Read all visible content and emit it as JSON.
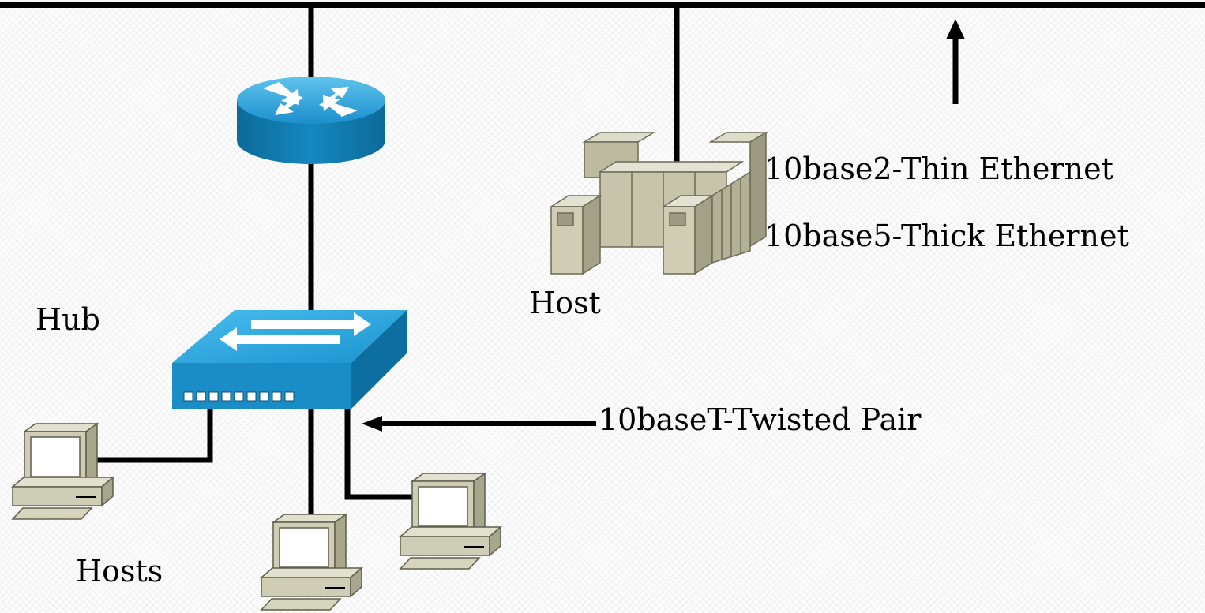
{
  "labels": {
    "thin_ethernet": "10base2-Thin Ethernet",
    "thick_ethernet": "10base5-Thick Ethernet",
    "host": "Host",
    "hub": "Hub",
    "twisted_pair": "10baseT-Twisted Pair",
    "hosts": "Hosts"
  },
  "colors": {
    "cable": "#000000",
    "device_blue": "#1e9ad6",
    "device_blue_dark": "#0b6f9e",
    "server_beige": "#c8c6aa",
    "computer_beige": "#d6d4bd"
  },
  "icons": {
    "router": "router-icon",
    "hub": "hub-icon",
    "mainframe": "mainframe-icon",
    "computer": "computer-icon"
  }
}
